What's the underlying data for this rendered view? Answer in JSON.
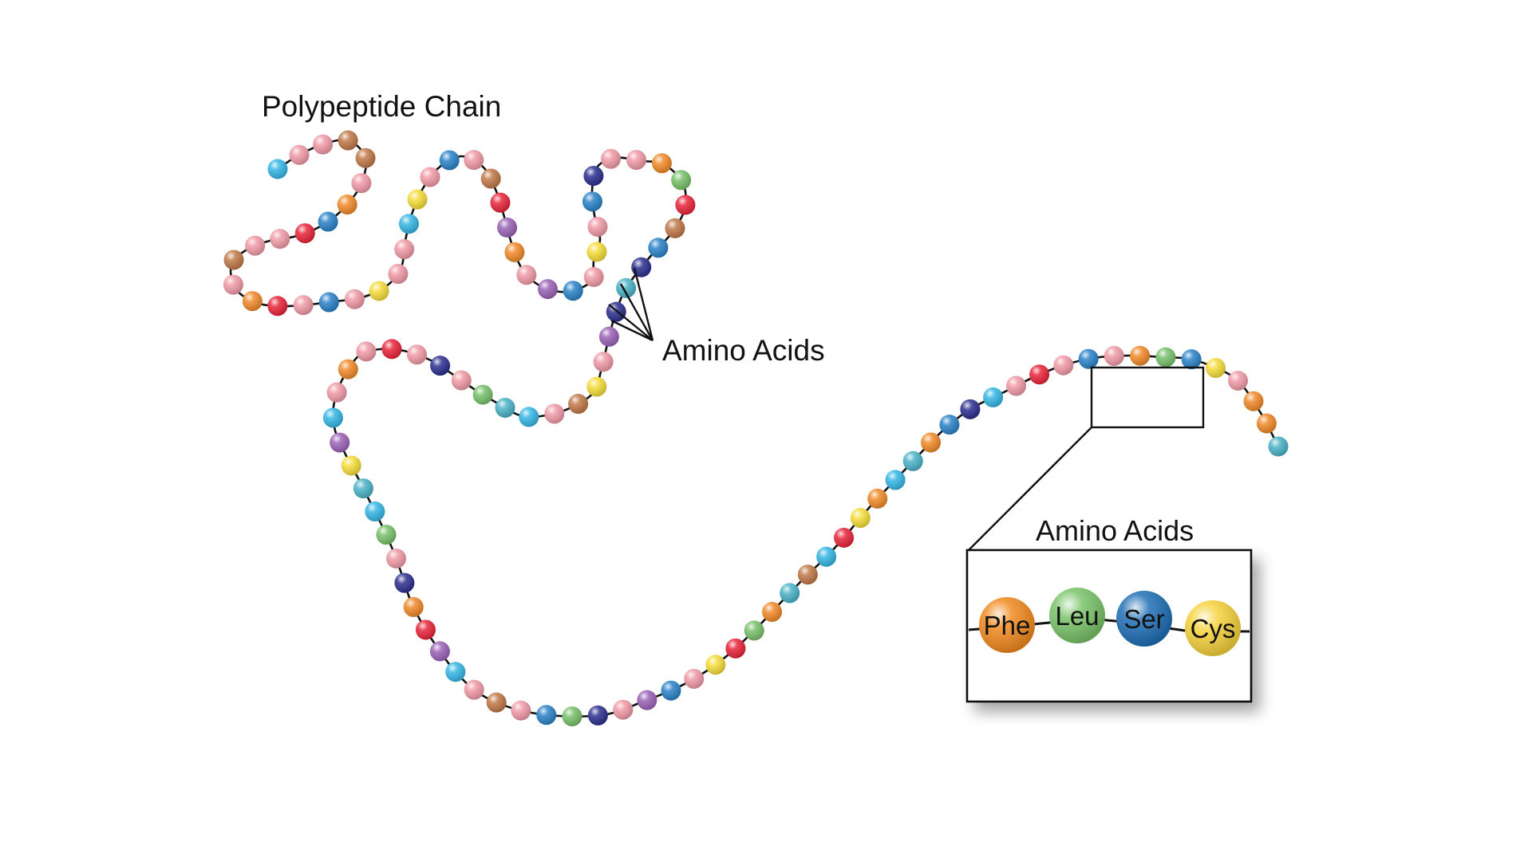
{
  "diagram": {
    "chain_label": "Polypeptide Chain",
    "amino_acids_label": "Amino Acids",
    "inset_title": "Amino Acids",
    "inset_acids": [
      {
        "name": "Phe",
        "color": "#f28a1f"
      },
      {
        "name": "Leu",
        "color": "#7ac46a"
      },
      {
        "name": "Ser",
        "color": "#1f6fb6"
      },
      {
        "name": "Cys",
        "color": "#f6d33c"
      }
    ],
    "bead_palette": {
      "pink": "#f09aa6",
      "orange": "#f08a2a",
      "red": "#e8243a",
      "blue": "#2a82c8",
      "sky": "#35b6e4",
      "navy": "#2c2f8e",
      "green": "#78c06a",
      "yellow": "#f5dc3a",
      "purple": "#9a62b6",
      "brown": "#c07848",
      "teal": "#4ab2c6"
    }
  }
}
